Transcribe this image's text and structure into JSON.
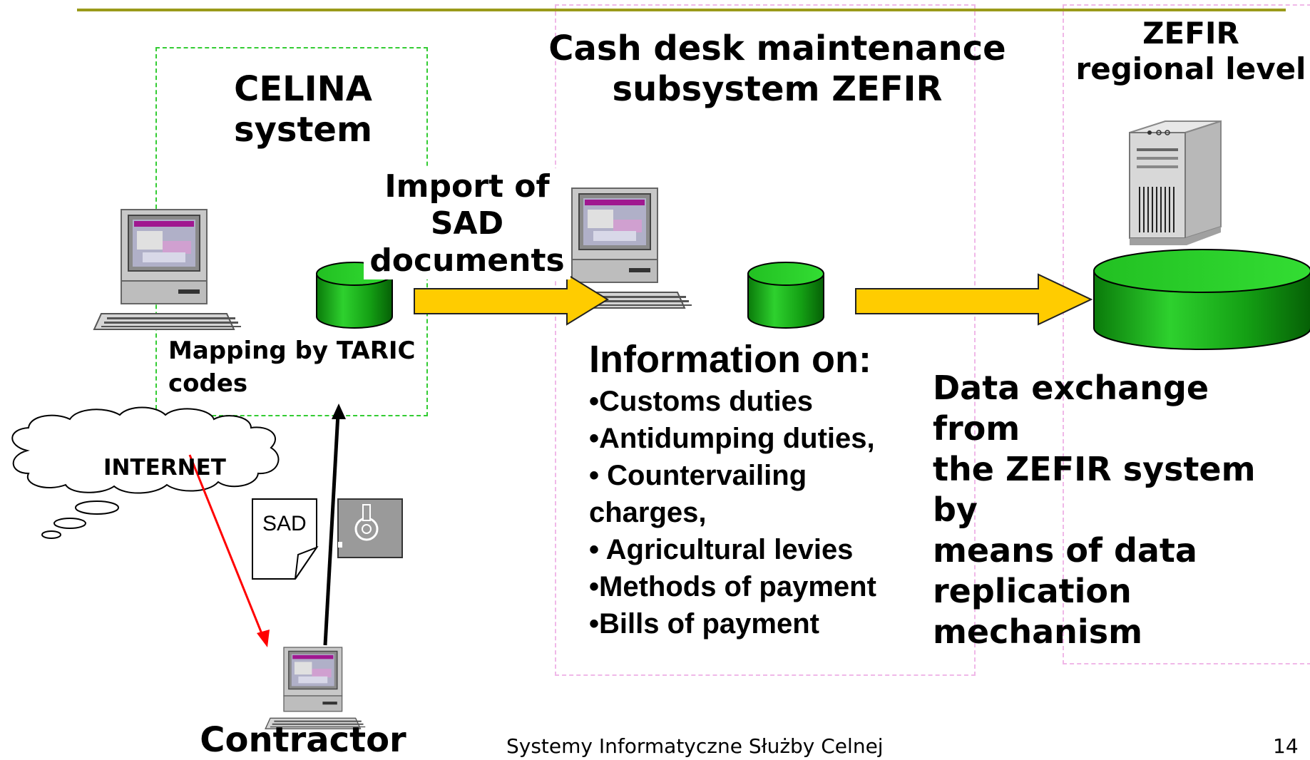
{
  "celina": {
    "title_line1": "CELINA",
    "title_line2": "system",
    "mapping_line1": "Mapping by TARIC",
    "mapping_line2": "codes"
  },
  "cash_desk": {
    "title_line1": "Cash desk maintenance",
    "title_line2": "subsystem ZEFIR"
  },
  "zefir_regional": {
    "title_line1": "ZEFIR",
    "title_line2": "regional level"
  },
  "import_label": {
    "line1": "Import of",
    "line2": "SAD",
    "line3": "documents"
  },
  "information": {
    "title": "Information on:",
    "items": [
      "•Customs duties",
      "•Antidumping duties,",
      "• Countervailing",
      "charges,",
      "• Agricultural levies",
      "•Methods of payment",
      "•Bills of payment"
    ]
  },
  "data_exchange": {
    "lines": [
      "Data exchange from",
      "the ZEFIR system by",
      "means of data",
      "replication",
      "mechanism"
    ]
  },
  "internet_label": "INTERNET",
  "sad_label": "SAD",
  "contractor_label": "Contractor",
  "footer": {
    "text": "Systemy Informatyczne Służby Celnej",
    "page_number": "14"
  },
  "colors": {
    "arrow_fill": "#ffcc00",
    "database_green": "#22bb22",
    "celina_border": "#33cc33",
    "zefir_border": "#f0b8e8",
    "red_arrow": "#ff0000",
    "top_rule": "#9a9a1a"
  },
  "icons": [
    "computer-icon",
    "database-icon",
    "server-icon",
    "cloud-icon",
    "document-icon",
    "floppy-disk-icon"
  ]
}
